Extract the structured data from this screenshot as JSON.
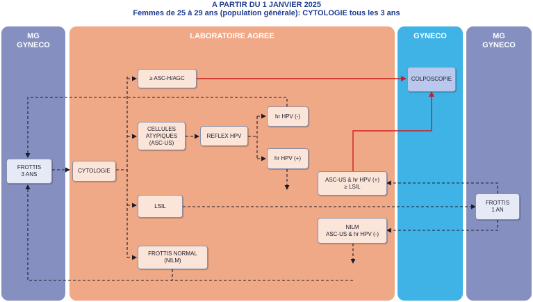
{
  "header": {
    "line1": "A PARTIR DU 1 JANVIER  2025",
    "line2": "Femmes de 25 à 29 ans (population générale): CYTOLOGIE tous les 3 ans"
  },
  "columns": {
    "left": {
      "line1": "MG",
      "line2": "GYNECO"
    },
    "lab": {
      "line1": "LABORATOIRE AGREE",
      "line2": ""
    },
    "gyneco": {
      "line1": "GYNECO",
      "line2": ""
    },
    "right": {
      "line1": "MG",
      "line2": "GYNECO"
    }
  },
  "boxes": {
    "frottis_3ans": "FROTTIS\n3 ANS",
    "cytologie": "CYTOLOGIE",
    "asc_h_agc": "≥  ASC-H/AGC",
    "cellules_atypiques": "CELLULES\nATYPIQUES\n(ASC-US)",
    "reflex_hpv": "REFLEX HPV",
    "hr_hpv_neg": "hr HPV  (-)",
    "hr_hpv_pos": "hr HPV  (+)",
    "lsil": "LSIL",
    "frottis_normal": "FROTTIS NORMAL\n(NILM)",
    "colposcopie": "COLPOSCOPIE",
    "asc_us_pos_lsil": "ASC-US & hr HPV (+)\n≥ LSIL",
    "nilm_asc_us_neg": "NILM\nASC-US & hr HPV (-)",
    "frottis_1an": "FROTTIS\n1 AN"
  },
  "colors": {
    "left_column": "#8590c1",
    "lab_column": "#f0a987",
    "gyneco_column": "#3fb3e6",
    "right_column": "#8590c1",
    "arrow_red": "#cc1f1f",
    "arrow_dark": "#1b1b2a",
    "title": "#1f3c8f"
  }
}
